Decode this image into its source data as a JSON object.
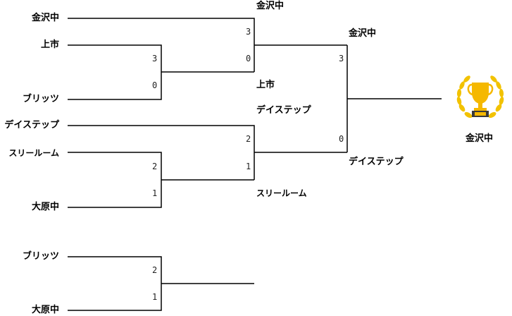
{
  "round1": {
    "m1": {
      "top_team": "金沢中",
      "bottom_team": "上市",
      "winner_label": "金沢中"
    },
    "m2": {
      "top_team": "上市",
      "bottom_team": "ブリッツ",
      "top_score": "3",
      "bottom_score": "0"
    },
    "m3": {
      "top_team": "デイステップ",
      "bottom_team": "スリールーム"
    },
    "m4": {
      "top_team": "スリールーム",
      "bottom_team": "大原中",
      "top_score": "2",
      "bottom_score": "1"
    },
    "m5": {
      "top_team": "ブリッツ",
      "bottom_team": "大原中",
      "top_score": "2",
      "bottom_score": "1"
    }
  },
  "round2": {
    "semi1": {
      "top_score": "3",
      "bottom_score": "0",
      "top_label": "金沢中",
      "bottom_label": "上市"
    },
    "semi2": {
      "top_score": "2",
      "bottom_score": "1",
      "top_label": "デイステップ",
      "bottom_label": "スリールーム"
    }
  },
  "final": {
    "top_label": "金沢中",
    "bottom_label": "デイステップ",
    "top_score": "3",
    "bottom_score": "0"
  },
  "champion": {
    "name": "金沢中",
    "icon": "trophy-icon",
    "gold": "#f5b800",
    "laurel": "#f2c200"
  }
}
